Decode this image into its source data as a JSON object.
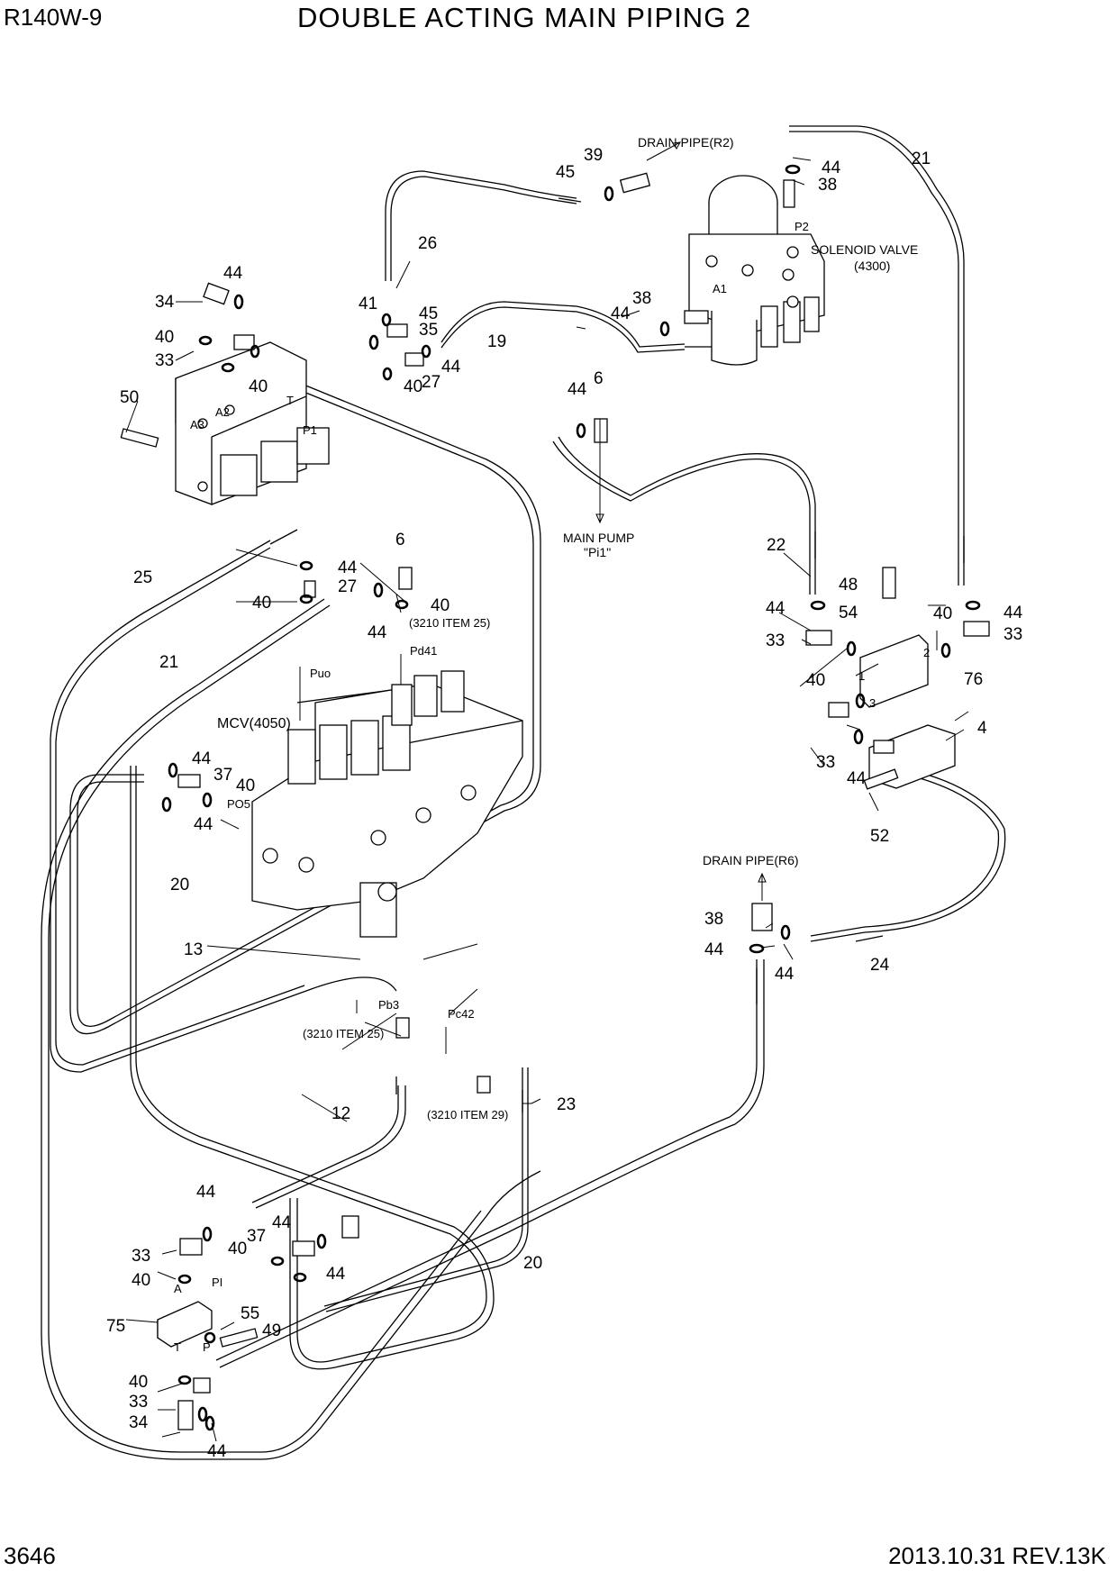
{
  "header": {
    "model": "R140W-9",
    "title": "DOUBLE ACTING MAIN PIPING 2"
  },
  "footer": {
    "page": "3646",
    "date_rev": "2013.10.31  REV.13K"
  },
  "components": {
    "solenoid_valve": "SOLENOID VALVE",
    "solenoid_valve_code": "(4300)",
    "mcv": "MCV(4050)",
    "drain_r2": "DRAIN PIPE(R2)",
    "drain_r6": "DRAIN PIPE(R6)",
    "main_pump": "MAIN PUMP",
    "main_pump_port": "\"Pi1\""
  },
  "notes": {
    "item25_a": "(3210 ITEM 25)",
    "item25_b": "(3210 ITEM 25)",
    "item29": "(3210 ITEM 29)"
  },
  "ports": {
    "puo": "Puo",
    "pd41": "Pd41",
    "po5": "PO5",
    "pb3": "Pb3",
    "pc42": "Pc42",
    "a1": "A1",
    "a2": "A2",
    "a3": "A3",
    "t": "T",
    "p1": "P1",
    "p2": "P2",
    "a": "A",
    "pi": "PI",
    "t2": "T",
    "p": "P",
    "n1": "1",
    "n2": "2",
    "n3": "3"
  },
  "callouts": {
    "c39": "39",
    "c45a": "45",
    "c44a": "44",
    "c38a": "38",
    "c21a": "21",
    "c26": "26",
    "c44b": "44",
    "c34a": "34",
    "c41": "41",
    "c45b": "45",
    "c35": "35",
    "c40a": "40",
    "c33a": "33",
    "c40b": "40",
    "c27a": "27",
    "c44c": "44",
    "c19": "19",
    "c38b": "38",
    "c44d": "44",
    "c50": "50",
    "c44e": "44",
    "c6a": "6",
    "c6b": "6",
    "c44f": "44",
    "c27b": "27",
    "c25": "25",
    "c40c": "40",
    "c40d": "40",
    "c44g": "44",
    "c21b": "21",
    "c22": "22",
    "c48": "48",
    "c44h": "44",
    "c54": "54",
    "c40e": "40",
    "c44i": "44",
    "c33b": "33",
    "c33c": "33",
    "c40f": "40",
    "c76": "76",
    "c4": "4",
    "c33d": "33",
    "c44j": "44",
    "c52": "52",
    "c44k": "44",
    "c37a": "37",
    "c40g": "40",
    "c44l": "44",
    "c20a": "20",
    "c13": "13",
    "c38c": "38",
    "c44m": "44",
    "c44n": "44",
    "c24": "24",
    "c23": "23",
    "c12": "12",
    "c44o": "44",
    "c44p": "44",
    "c33e": "33",
    "c37b": "37",
    "c40h": "40",
    "c44q": "44",
    "c40i": "40",
    "c55": "55",
    "c75": "75",
    "c49": "49",
    "c20b": "20",
    "c40j": "40",
    "c33f": "33",
    "c34b": "34",
    "c44r": "44"
  }
}
